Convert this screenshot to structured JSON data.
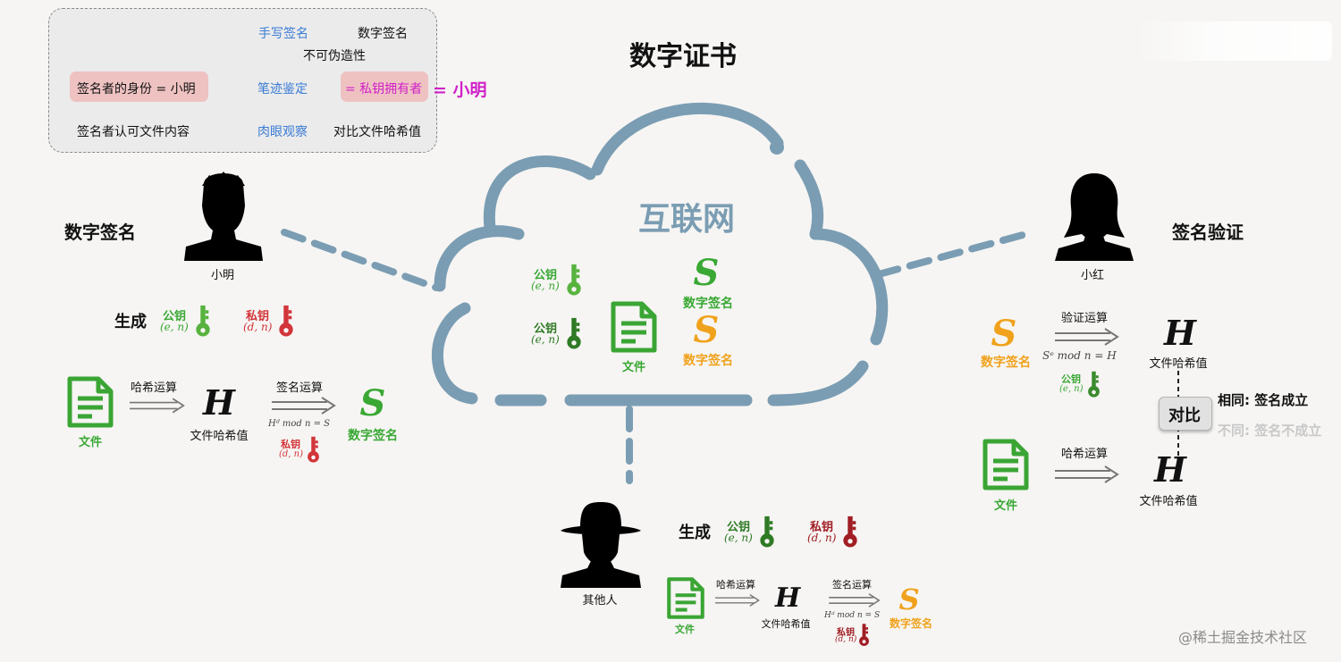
{
  "title": "数字证书",
  "summary": {
    "col_handwritten": "手写签名",
    "col_digital": "数字签名",
    "unforgeable": "不可伪造性",
    "identity": "签名者的身份 = 小明",
    "handwriting_check": "笔迹鉴定",
    "private_key_owner": "= 私钥拥有者",
    "equals_xiaoming": "= 小明",
    "approve_content": "签名者认可文件内容",
    "eye_check": "肉眼观察",
    "compare_hash": "对比文件哈希值"
  },
  "cloud": {
    "label": "互联网",
    "public_key_1": "公钥",
    "public_key_1_params": "(e, n)",
    "public_key_2": "公钥",
    "public_key_2_params": "(e, n)",
    "file_label": "文件",
    "sig_1_symbol": "S",
    "sig_1_label": "数字签名",
    "sig_2_symbol": "S",
    "sig_2_label": "数字签名"
  },
  "left": {
    "section_title": "数字签名",
    "person_name": "小明",
    "generate": "生成",
    "public_key": "公钥",
    "public_key_params": "(e, n)",
    "private_key": "私钥",
    "private_key_params": "(d, n)",
    "file_label": "文件",
    "hash_op": "哈希运算",
    "hash_symbol": "H",
    "hash_label": "文件哈希值",
    "sign_op": "签名运算",
    "sign_formula": "Hᵈ mod n = S",
    "sign_key": "私钥",
    "sign_key_params": "(d, n)",
    "sig_symbol": "S",
    "sig_label": "数字签名"
  },
  "right": {
    "section_title": "签名验证",
    "person_name": "小红",
    "sig_symbol": "S",
    "sig_label": "数字签名",
    "verify_op": "验证运算",
    "verify_formula": "Sᵉ mod n = H",
    "verify_key": "公钥",
    "verify_key_params": "(e, n)",
    "hash_symbol_1": "H",
    "hash_label_1": "文件哈希值",
    "compare": "对比",
    "same_result": "相同: 签名成立",
    "diff_result": "不同: 签名不成立",
    "file_label": "文件",
    "hash_op": "哈希运算",
    "hash_symbol_2": "H",
    "hash_label_2": "文件哈希值"
  },
  "bottom": {
    "person_name": "其他人",
    "generate": "生成",
    "public_key": "公钥",
    "public_key_params": "(e, n)",
    "private_key": "私钥",
    "private_key_params": "(d, n)",
    "file_label": "文件",
    "hash_op": "哈希运算",
    "hash_symbol": "H",
    "hash_label": "文件哈希值",
    "sign_op": "签名运算",
    "sign_formula": "Hᵈ mod n = S",
    "sign_key": "私钥",
    "sign_key_params": "(d, n)",
    "sig_symbol": "S",
    "sig_label": "数字签名"
  },
  "watermark": "@稀土掘金技术社区",
  "colors": {
    "cloud": "#7b9db3",
    "file_green": "#3aa534",
    "public_key_green": "#57b33e",
    "dark_green": "#2f7a25",
    "red": "#d2353a",
    "dark_red": "#a11d24",
    "orange": "#f0a21c",
    "blue": "#3a7bd5",
    "magenta": "#d020c8"
  }
}
